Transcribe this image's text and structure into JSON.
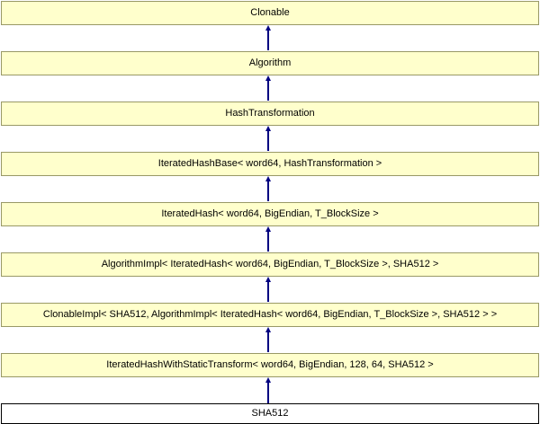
{
  "diagram": {
    "type": "class-inheritance",
    "colors": {
      "node_fill": "#FFFFCC",
      "node_border": "#999966",
      "highlight_fill": "#FFFFFF",
      "highlight_border": "#000000",
      "arrow": "#000080",
      "text": "#000000",
      "bg": "#FFFFFF"
    },
    "nodes": [
      {
        "label": "Clonable"
      },
      {
        "label": "Algorithm"
      },
      {
        "label": "HashTransformation"
      },
      {
        "label": "IteratedHashBase< word64, HashTransformation >"
      },
      {
        "label": "IteratedHash< word64, BigEndian, T_BlockSize >"
      },
      {
        "label": "AlgorithmImpl< IteratedHash< word64, BigEndian, T_BlockSize >, SHA512 >"
      },
      {
        "label": "ClonableImpl< SHA512, AlgorithmImpl< IteratedHash< word64, BigEndian, T_BlockSize >, SHA512 > >"
      },
      {
        "label": "IteratedHashWithStaticTransform< word64, BigEndian, 128, 64, SHA512 >"
      },
      {
        "label": "SHA512",
        "highlight": true
      }
    ],
    "edges": [
      {
        "from": 1,
        "to": 0
      },
      {
        "from": 2,
        "to": 1
      },
      {
        "from": 3,
        "to": 2
      },
      {
        "from": 4,
        "to": 3
      },
      {
        "from": 5,
        "to": 4
      },
      {
        "from": 6,
        "to": 5
      },
      {
        "from": 7,
        "to": 6
      },
      {
        "from": 8,
        "to": 7
      }
    ]
  }
}
